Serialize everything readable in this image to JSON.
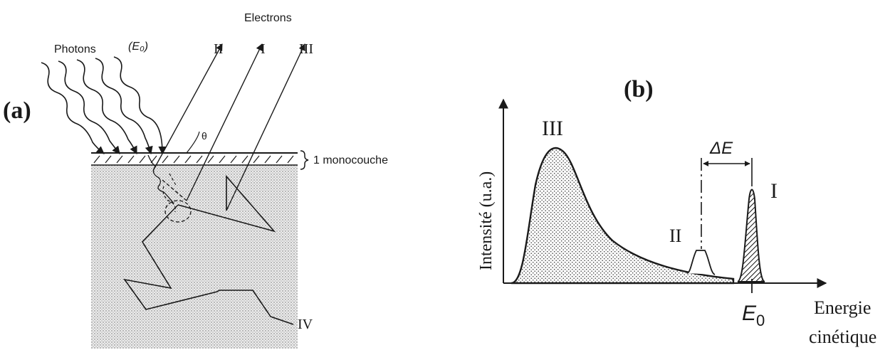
{
  "panel_a": {
    "label": "(a)",
    "photons_label": "Photons",
    "photons_energy": "(E₀)",
    "electrons_label": "Electrons",
    "ray_labels": [
      "II",
      "I",
      "III"
    ],
    "theta_label": "θ",
    "layer_label": "1 monocouche",
    "path_label": "IV"
  },
  "panel_b": {
    "label": "(b)",
    "y_axis_label": "Intensité (u.a.)",
    "x_axis_label_line1": "Energie",
    "x_axis_label_line2": "cinétique",
    "peak_labels": [
      "III",
      "II",
      "I"
    ],
    "delta_label": "ΔE",
    "e0_label": "E",
    "e0_subscript": "0"
  },
  "colors": {
    "ink": "#1a1a1a",
    "stipple": "#555555",
    "background": "#ffffff"
  }
}
